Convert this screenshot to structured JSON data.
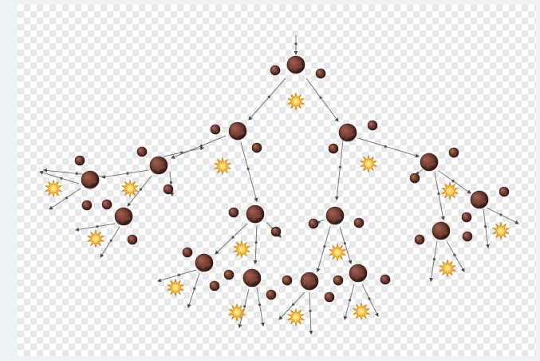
{
  "diagram": {
    "background": "checkerboard-transparent",
    "colors": {
      "sphere_fill": "#6e3a30",
      "sphere_dark": "#3b1d18",
      "sphere_spot": "#a3614f",
      "burst_fill": "#f3b21a",
      "burst_edge": "#c9780a",
      "line": "#7a7a7a",
      "arrow": "#4a4a4a"
    },
    "node_kinds": [
      "large-sphere",
      "small-sphere",
      "burst"
    ]
  }
}
